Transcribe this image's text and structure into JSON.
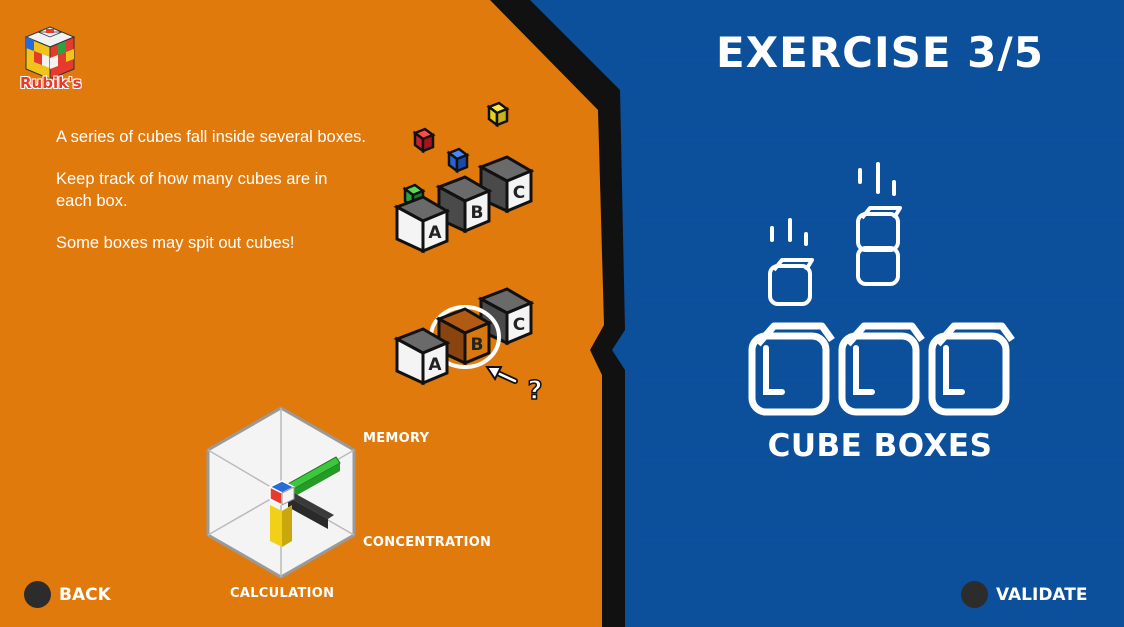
{
  "app": {
    "logo_text": "Rubik's"
  },
  "instructions": {
    "lines": [
      "A series of cubes fall inside several boxes.",
      "Keep track of how many cubes are in each box.",
      "Some boxes may spit out cubes!"
    ]
  },
  "illustration": {
    "box_labels": [
      "A",
      "B",
      "C"
    ],
    "question_mark": "?"
  },
  "skills": {
    "memory": "MEMORY",
    "concentration": "CONCENTRATION",
    "calculation": "CALCULATION"
  },
  "exercise": {
    "title": "EXERCISE 3/5",
    "name": "CUBE BOXES"
  },
  "buttons": {
    "back": "BACK",
    "validate": "VALIDATE"
  },
  "colors": {
    "orange": "#e07a0c",
    "blue": "#0c4f9a",
    "black": "#111111"
  }
}
